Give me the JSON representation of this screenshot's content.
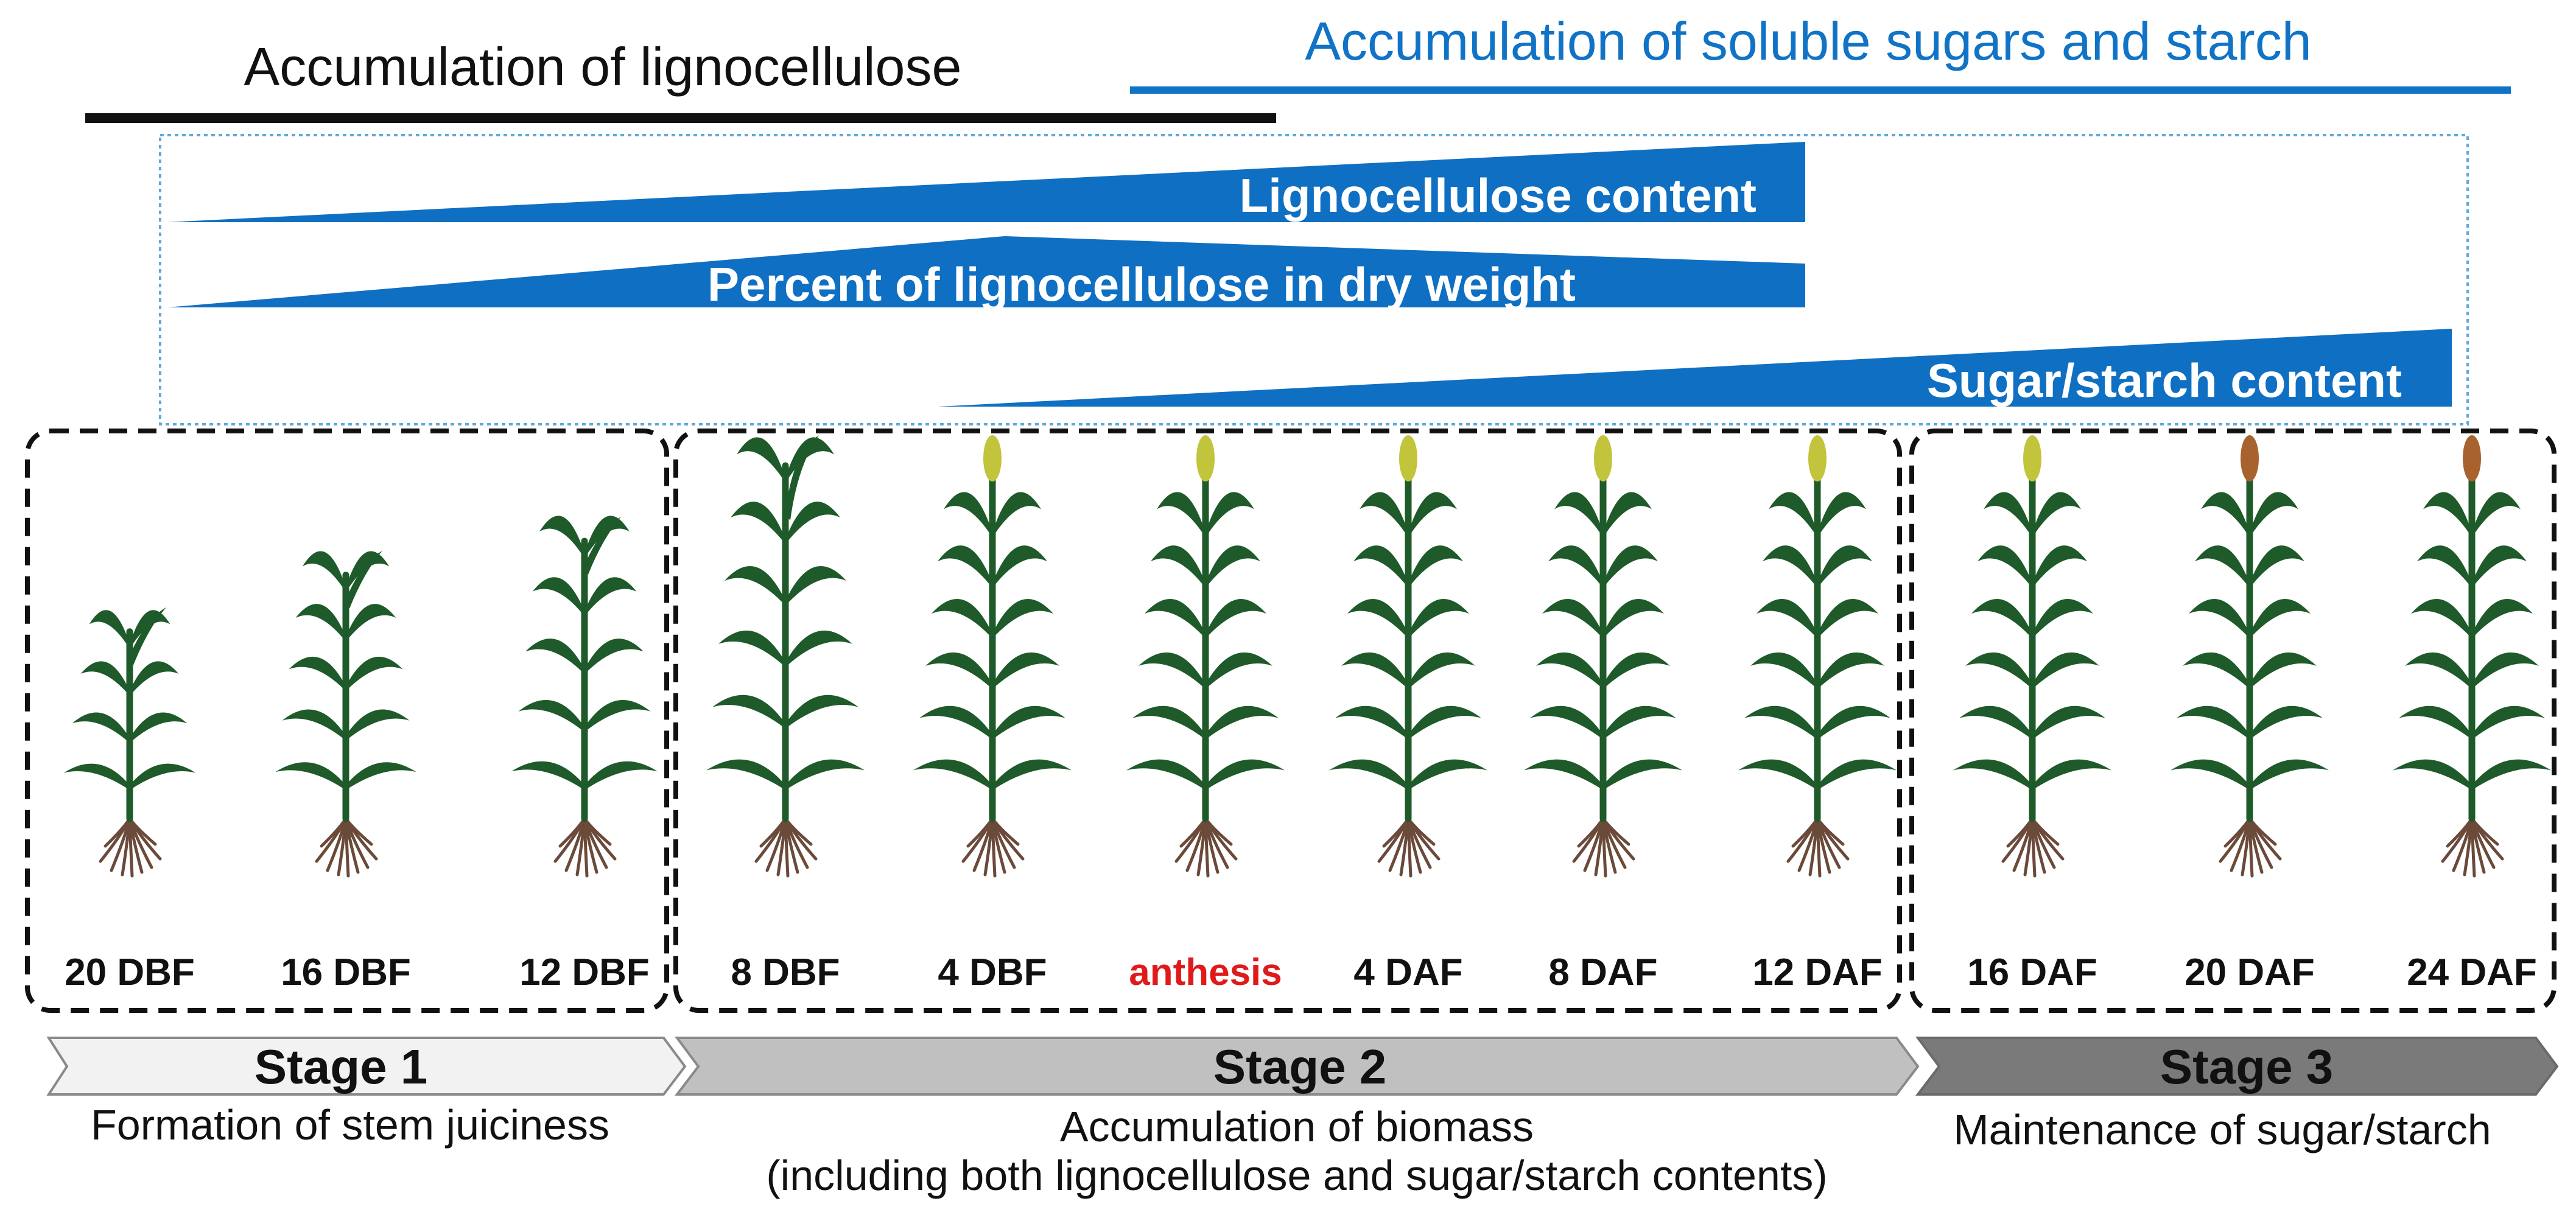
{
  "headers": {
    "lignocellulose": "Accumulation of lignocellulose",
    "sugars": "Accumulation of soluble sugars and starch"
  },
  "wedges": [
    {
      "label": "Lignocellulose content"
    },
    {
      "label": "Percent of lignocellulose in dry weight"
    },
    {
      "label": "Sugar/starch content"
    }
  ],
  "timepoints": [
    {
      "label": "20 DBF",
      "stage": 1,
      "height": 0.56,
      "panicle": "none"
    },
    {
      "label": "16 DBF",
      "stage": 1,
      "height": 0.71,
      "panicle": "none"
    },
    {
      "label": "12 DBF",
      "stage": 1,
      "height": 0.8,
      "panicle": "none"
    },
    {
      "label": "8 DBF",
      "stage": 2,
      "height": 1.0,
      "panicle": "none"
    },
    {
      "label": "4 DBF",
      "stage": 2,
      "height": 1.0,
      "panicle": "yellow"
    },
    {
      "label": "anthesis",
      "stage": 2,
      "height": 1.0,
      "panicle": "yellow",
      "highlight": true
    },
    {
      "label": "4 DAF",
      "stage": 2,
      "height": 1.0,
      "panicle": "yellow"
    },
    {
      "label": "8 DAF",
      "stage": 2,
      "height": 1.0,
      "panicle": "yellow"
    },
    {
      "label": "12 DAF",
      "stage": 2,
      "height": 1.0,
      "panicle": "yellow"
    },
    {
      "label": "16 DAF",
      "stage": 3,
      "height": 1.0,
      "panicle": "yellow"
    },
    {
      "label": "20 DAF",
      "stage": 3,
      "height": 1.0,
      "panicle": "brown"
    },
    {
      "label": "24 DAF",
      "stage": 3,
      "height": 1.0,
      "panicle": "brown"
    }
  ],
  "stages": [
    {
      "name": "Stage 1",
      "description": "Formation of stem juiciness",
      "description2": ""
    },
    {
      "name": "Stage 2",
      "description": "Accumulation of biomass",
      "description2": "(including both lignocellulose and sugar/starch contents)"
    },
    {
      "name": "Stage 3",
      "description": "Maintenance of sugar/starch",
      "description2": ""
    }
  ],
  "colors": {
    "black_bar": "#111111",
    "blue": "#0f6fc2",
    "blue_text": "#1173c6",
    "leaf": "#1f5a2a",
    "root": "#6b4a3a",
    "panicle_yellow": "#c2c43c",
    "panicle_brown": "#a8622e",
    "highlight": "#e01a1a",
    "stage1_fill": "#f2f2f2",
    "stage2_fill": "#c0c0c0",
    "stage3_fill": "#7a7a7a"
  }
}
